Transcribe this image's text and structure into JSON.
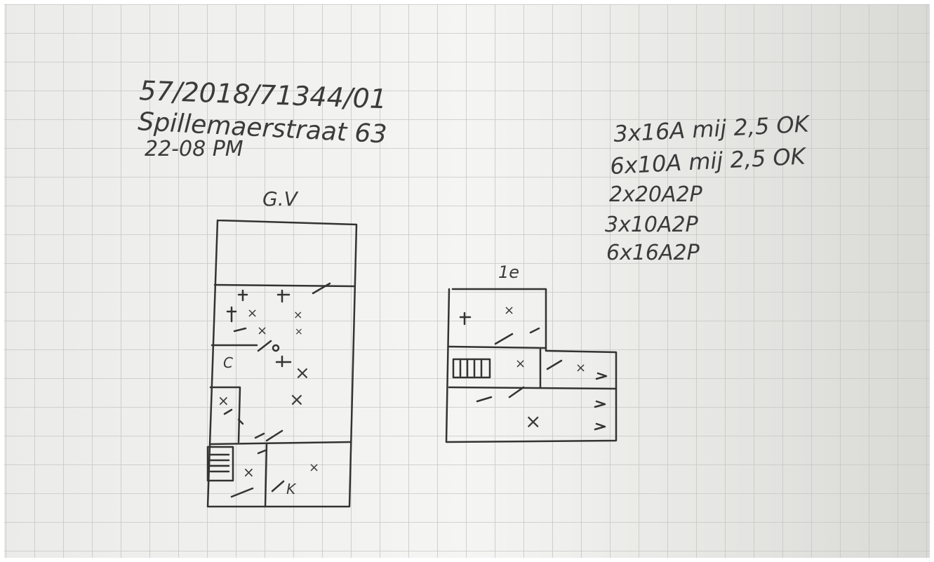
{
  "header": {
    "line1": "57/2018/71344/01",
    "line2": "Spillemaerstraat 63",
    "line3": "22-08  PM"
  },
  "breakers": [
    "3x16A mij 2,5 OK",
    "6x10A mij 2,5 OK",
    "2x20A2P",
    "3x10A2P",
    "6x16A2P"
  ],
  "ground_floor": {
    "label": "G.V",
    "symbol_x": "×",
    "symbol_k": "K",
    "symbol_c": "C"
  },
  "first_floor": {
    "label": "1e",
    "symbol_x": "×"
  },
  "colors": {
    "paper": "#f4f4f2",
    "grid": "#c9c9c6",
    "ink": "#333333"
  }
}
